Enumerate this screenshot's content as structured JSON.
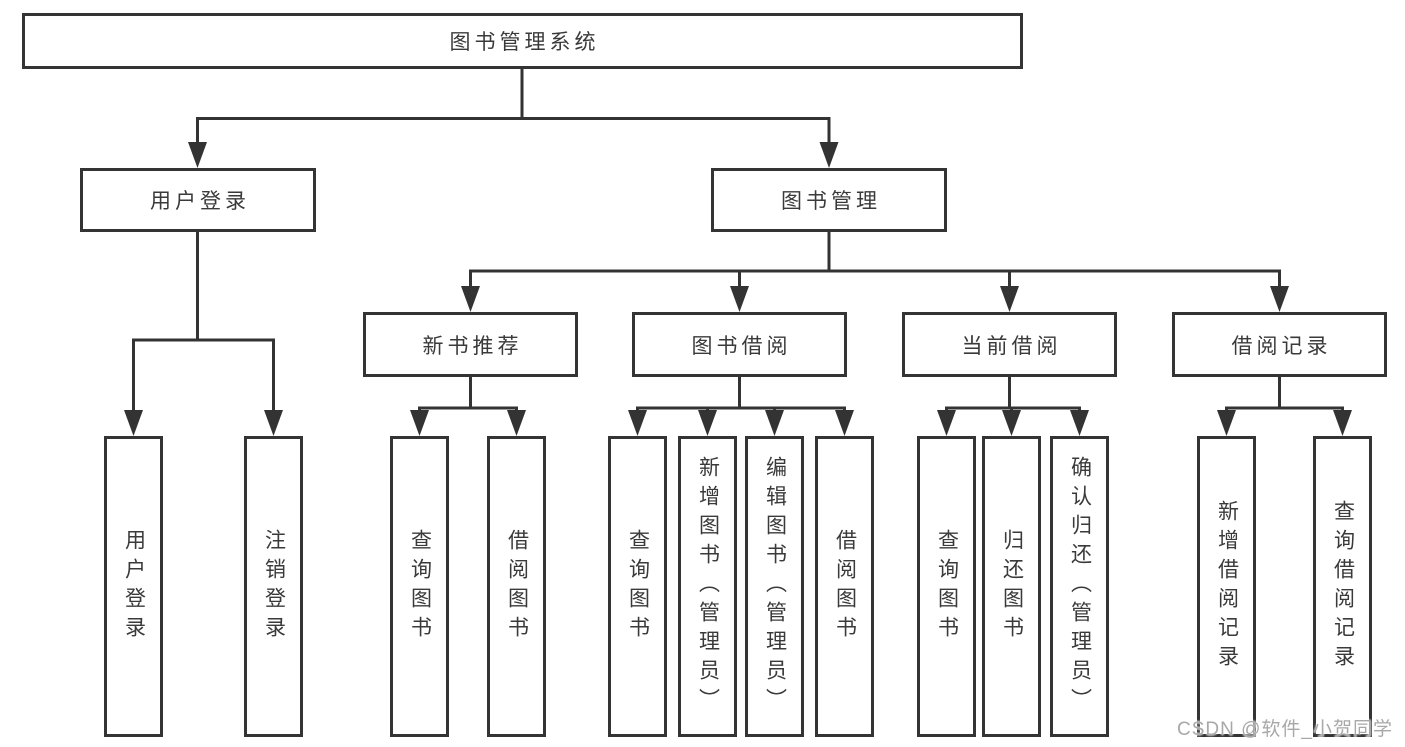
{
  "watermark": "CSDN @软件_小贺同学",
  "colors": {
    "line": "#333333",
    "box_border": "#343434",
    "text": "#3a3a3a",
    "watermark": "#a8a8a8"
  },
  "tree": {
    "label": "图书管理系统",
    "children": [
      {
        "label": "用户登录",
        "children": [
          {
            "label": "用户登录"
          },
          {
            "label": "注销登录"
          }
        ]
      },
      {
        "label": "图书管理",
        "children": [
          {
            "label": "新书推荐",
            "children": [
              {
                "label": "查询图书"
              },
              {
                "label": "借阅图书"
              }
            ]
          },
          {
            "label": "图书借阅",
            "children": [
              {
                "label": "查询图书"
              },
              {
                "label": "新增图书（管理员）"
              },
              {
                "label": "编辑图书（管理员）"
              },
              {
                "label": "借阅图书"
              }
            ]
          },
          {
            "label": "当前借阅",
            "children": [
              {
                "label": "查询图书"
              },
              {
                "label": "归还图书"
              },
              {
                "label": "确认归还（管理员）"
              }
            ]
          },
          {
            "label": "借阅记录",
            "children": [
              {
                "label": "新增借阅记录"
              },
              {
                "label": "查询借阅记录"
              }
            ]
          }
        ]
      }
    ]
  }
}
